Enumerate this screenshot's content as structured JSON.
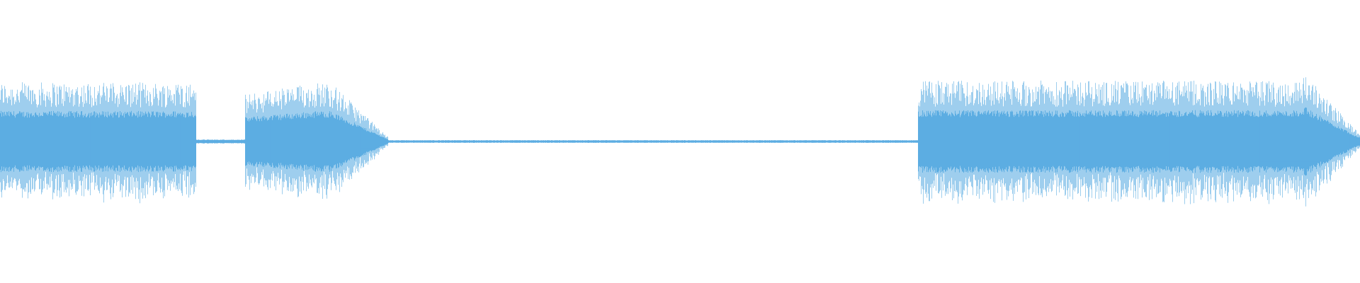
{
  "waveform": {
    "color": "#5DADE2",
    "background": "#FFFFFF",
    "segments": [
      {
        "name": "segment-1",
        "start": 0.0,
        "end": 0.144,
        "amplitude": 0.8,
        "shape": "sustain"
      },
      {
        "name": "segment-1-tail",
        "start": 0.144,
        "end": 0.18,
        "amplitude": 0.05,
        "shape": "decay-low"
      },
      {
        "name": "segment-2",
        "start": 0.18,
        "end": 0.285,
        "amplitude": 0.8,
        "shape": "swell-decay"
      },
      {
        "name": "segment-2-tail",
        "start": 0.285,
        "end": 0.675,
        "amplitude": 0.035,
        "shape": "flat-low"
      },
      {
        "name": "segment-3",
        "start": 0.675,
        "end": 0.955,
        "amplitude": 0.82,
        "shape": "sustain"
      },
      {
        "name": "segment-4",
        "start": 0.955,
        "end": 1.0,
        "amplitude": 0.82,
        "shape": "burst-decay"
      }
    ]
  }
}
